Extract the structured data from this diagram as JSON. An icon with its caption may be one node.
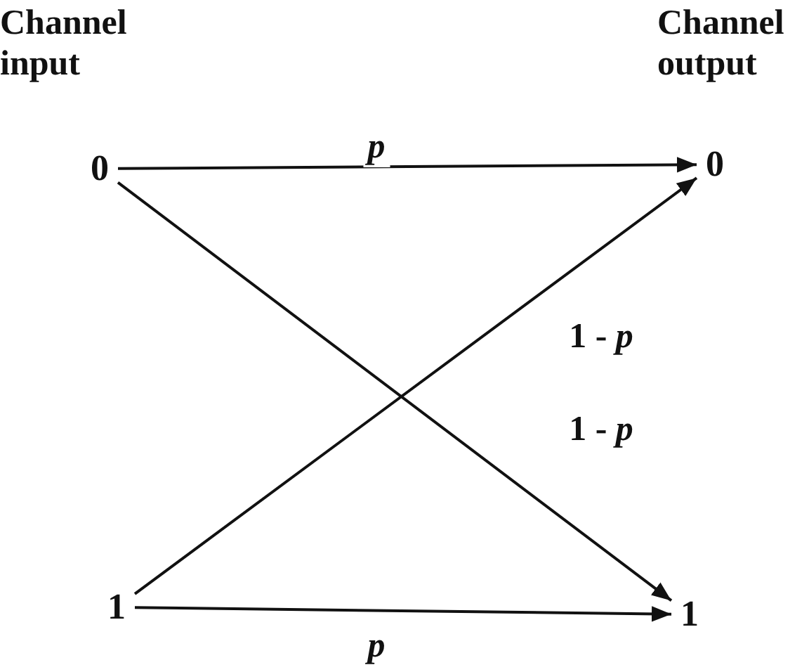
{
  "diagram": {
    "nodes": [
      {
        "text": [
          "0"
        ]
      },
      {
        "text": [
          "0"
        ]
      },
      {
        "text": [
          "1"
        ]
      },
      {
        "text": [
          "1"
        ]
      }
    ],
    "edges": [
      {
        "from": 0,
        "to": 1,
        "arrow": "to",
        "label": "p"
      },
      {
        "from": 2,
        "to": 1,
        "arrow": "to",
        "label": "1 - *p*"
      },
      {
        "from": 0,
        "to": 3,
        "arrow": "to",
        "label": "1 - *p*"
      },
      {
        "from": 2,
        "to": 3,
        "arrow": "to",
        "label": "p"
      }
    ],
    "labels": [
      "Channel input",
      "Channel output"
    ]
  }
}
